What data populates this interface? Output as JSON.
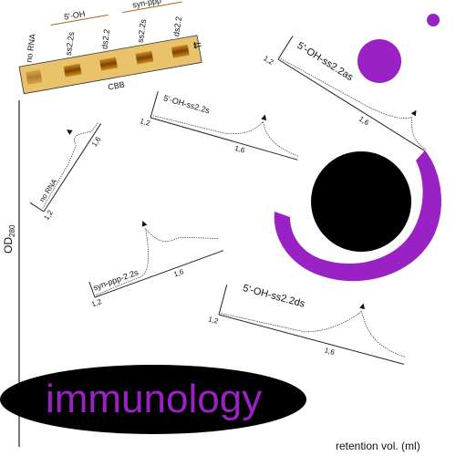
{
  "colors": {
    "accent": "#9a22c4",
    "gel_band": "#a86a10",
    "gel_bg": "#e9c36c",
    "dark": "#000000"
  },
  "gel": {
    "lanes": [
      "no RNA",
      "ss2.2s",
      "ds2.2",
      "ss2.2s",
      "ds2.2"
    ],
    "group_labels": [
      "5'-OH",
      "syn-ppp"
    ],
    "stain": "CBB",
    "arrows": "⇇"
  },
  "axis": {
    "y_label_main": "OD",
    "y_label_sub": "280",
    "x_label": "retention vol. (ml)"
  },
  "panels": [
    {
      "label": "no RNA",
      "tick_start": "1,2",
      "tick_peak": "1,6"
    },
    {
      "label": "5'-OH-ss2.2s",
      "tick_start": "1,2",
      "tick_peak": "1,6"
    },
    {
      "label": "syn-ppp-2.2s",
      "tick_start": "1,2",
      "tick_peak": "1,6"
    },
    {
      "label": "5'-OH-ss2.2as",
      "tick_start": "1,2",
      "tick_peak": "1,6"
    },
    {
      "label": "5'-OH-ss2.2ds",
      "tick_start": "1,2",
      "tick_peak": "1,6"
    }
  ],
  "logo": {
    "text": "immunology"
  }
}
